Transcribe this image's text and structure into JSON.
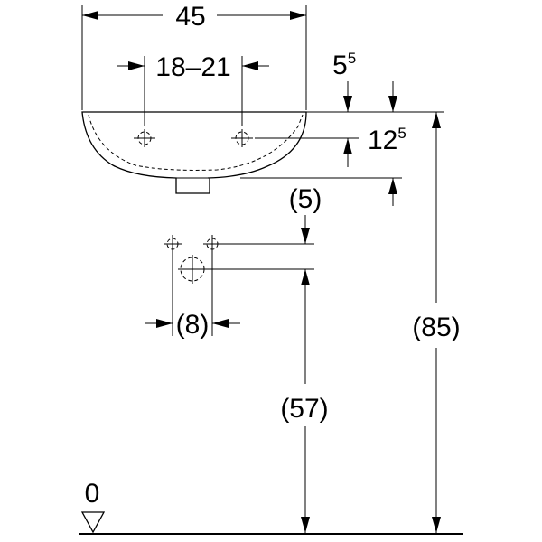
{
  "dimensions": {
    "width": "45",
    "tap_spacing": "18–21",
    "offset_base": "5",
    "offset_sup": "5",
    "depth_base": "12",
    "depth_sup": "5",
    "supply_spacing": "(5)",
    "waste_spacing": "(8)",
    "waste_height": "(57)",
    "rim_height": "(85)",
    "floor_level": "0"
  }
}
